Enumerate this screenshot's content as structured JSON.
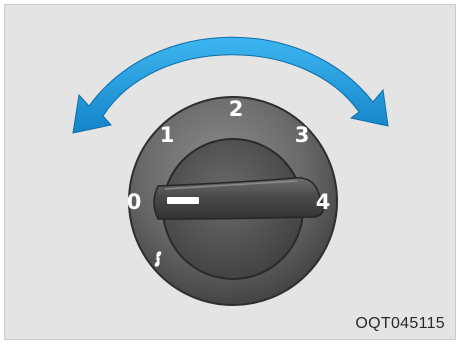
{
  "figure": {
    "code": "OQT045115"
  },
  "dial": {
    "positions": [
      "0",
      "1",
      "2",
      "3",
      "4"
    ],
    "indicator_label": "0"
  },
  "arrow": {
    "color": "#1e9be0",
    "direction": "both"
  },
  "icons": {
    "fan": "fan-icon"
  },
  "colors": {
    "background": "#e4e4e4",
    "knob_bezel": "#6a6a6a",
    "knob_face": "#555555",
    "knob_handle": "#4a4a4a",
    "indicator": "#ffffff"
  }
}
